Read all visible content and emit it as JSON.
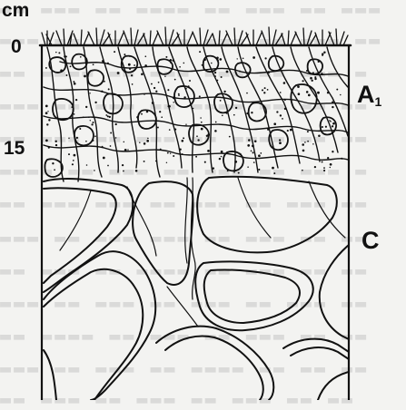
{
  "labels": {
    "unit": "cm",
    "depth_top": "0",
    "depth_mid": "15",
    "horizon_upper": "A",
    "horizon_upper_sub": "1",
    "horizon_lower": "C"
  },
  "colors": {
    "ink": "#111111",
    "paper": "#f3f3f1",
    "show_through": "#bdbdbd"
  }
}
